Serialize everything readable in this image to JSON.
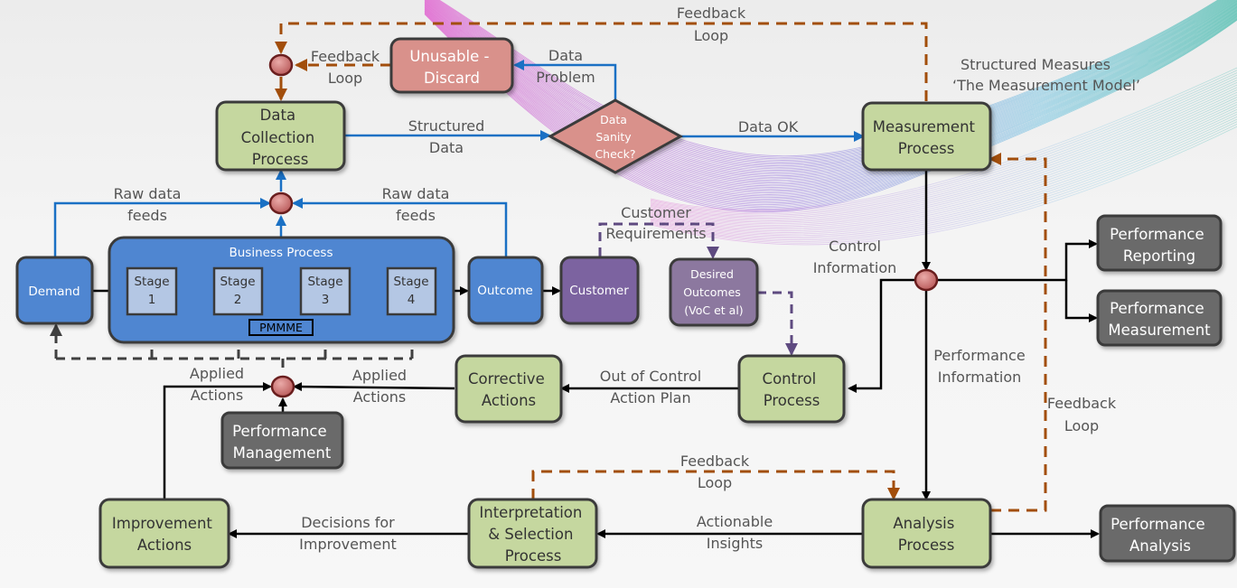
{
  "title": "Performance Measurement & Management Process Diagram",
  "colors": {
    "green_box": "#c5d79f",
    "blue_box": "#4f86d1",
    "stage_box": "#b4c7e4",
    "pink_box": "#d9918b",
    "purple_box": "#7c63a0",
    "purple_light_box": "#8c789f",
    "gray_box": "#6b6b6b",
    "feedback_line": "#a24e0b",
    "data_line": "#1a70c4",
    "control_line": "#000000",
    "junction": "#c9696a"
  },
  "nodes": {
    "data_collection": [
      "Data",
      "Collection",
      "Process"
    ],
    "unusable": [
      "Unusable -",
      "Discard"
    ],
    "sanity_check": [
      "Data",
      "Sanity",
      "Check?"
    ],
    "measurement_process": [
      "Measurement",
      "Process"
    ],
    "demand": "Demand",
    "business_process": "Business Process",
    "stages": [
      [
        "Stage",
        "1"
      ],
      [
        "Stage",
        "2"
      ],
      [
        "Stage",
        "3"
      ],
      [
        "Stage",
        "4"
      ]
    ],
    "pmmme": "PMMME",
    "outcome": "Outcome",
    "customer": "Customer",
    "desired_outcomes": [
      "Desired",
      "Outcomes",
      "(VoC et al)"
    ],
    "performance_reporting": [
      "Performance",
      "Reporting"
    ],
    "performance_measurement": [
      "Performance",
      "Measurement"
    ],
    "corrective_actions": [
      "Corrective",
      "Actions"
    ],
    "control_process": [
      "Control",
      "Process"
    ],
    "performance_management": [
      "Performance",
      "Management"
    ],
    "improvement_actions": [
      "Improvement",
      "Actions"
    ],
    "interpretation": [
      "Interpretation",
      "& Selection",
      "Process"
    ],
    "analysis_process": [
      "Analysis",
      "Process"
    ],
    "performance_analysis": [
      "Performance",
      "Analysis"
    ]
  },
  "labels": {
    "feedback_loop_top": [
      "Feedback",
      "Loop"
    ],
    "feedback_loop_left": [
      "Feedback",
      "Loop"
    ],
    "data_problem": [
      "Data",
      "Problem"
    ],
    "structured_data": [
      "Structured",
      "Data"
    ],
    "data_ok": "Data OK",
    "structured_measures": [
      "Structured Measures",
      "‘The Measurement Model’"
    ],
    "raw_data_feeds_left": [
      "Raw data",
      "feeds"
    ],
    "raw_data_feeds_right": [
      "Raw data",
      "feeds"
    ],
    "customer_requirements": [
      "Customer",
      "Requirements"
    ],
    "control_information": [
      "Control",
      "Information"
    ],
    "performance_information": [
      "Performance",
      "Information"
    ],
    "feedback_loop_right": [
      "Feedback",
      "Loop"
    ],
    "applied_actions_left": [
      "Applied",
      "Actions"
    ],
    "applied_actions_right": [
      "Applied",
      "Actions"
    ],
    "out_of_control": [
      "Out of Control",
      "Action Plan"
    ],
    "feedback_loop_bottom": [
      "Feedback",
      "Loop"
    ],
    "decisions_for_improvement": [
      "Decisions for",
      "Improvement"
    ],
    "actionable_insights": [
      "Actionable",
      "Insights"
    ]
  }
}
